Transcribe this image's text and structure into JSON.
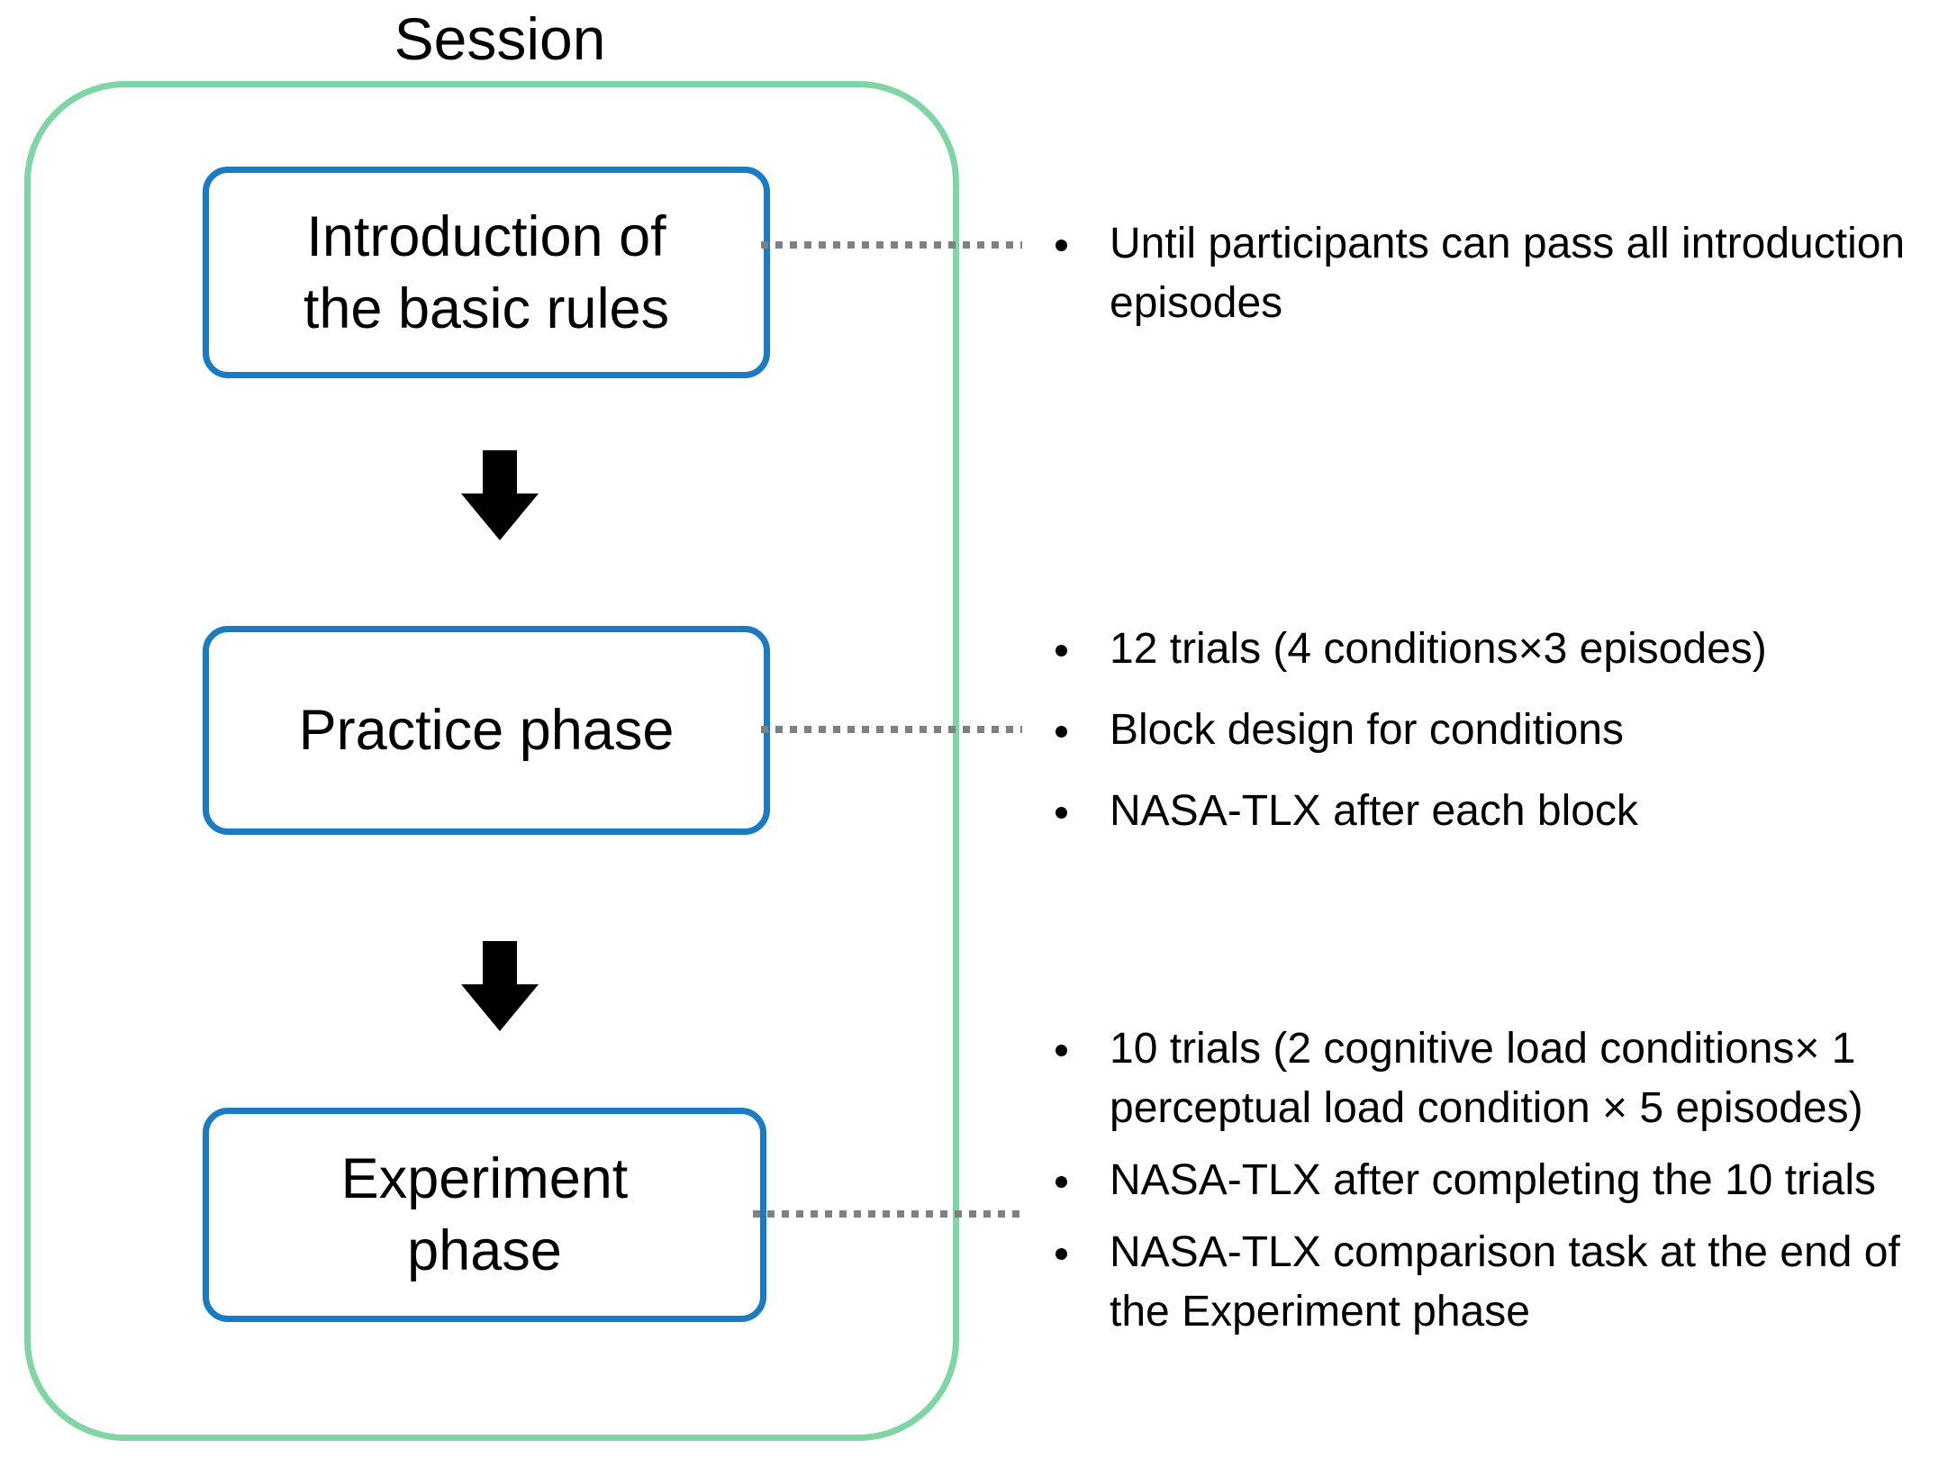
{
  "session": {
    "title": "Session",
    "border_color": "#7fd5a3"
  },
  "flow": {
    "box_border_color": "#1a7ac4",
    "connector_color": "#808080",
    "arrow_color": "#000000",
    "steps": [
      {
        "id": "introduction",
        "label": "Introduction of\nthe basic rules",
        "label_line1": "Introduction of",
        "label_line2": "the basic rules",
        "annotations": [
          "Until participants can pass all introduction episodes"
        ]
      },
      {
        "id": "practice",
        "label": "Practice phase",
        "label_line1": "Practice phase",
        "label_line2": "",
        "annotations": [
          "12 trials (4 conditions×3 episodes)",
          "Block design for conditions",
          "NASA-TLX after each block"
        ]
      },
      {
        "id": "experiment",
        "label": "Experiment\nphase",
        "label_line1": "Experiment",
        "label_line2": "phase",
        "annotations": [
          "10 trials (2 cognitive load conditions× 1 perceptual load condition × 5 episodes)",
          "NASA-TLX after completing the 10 trials",
          "NASA-TLX comparison task at the end of the Experiment phase"
        ]
      }
    ],
    "arrows": [
      {
        "id": "arrow-intro-to-practice",
        "direction": "down"
      },
      {
        "id": "arrow-practice-to-experiment",
        "direction": "down"
      }
    ]
  }
}
